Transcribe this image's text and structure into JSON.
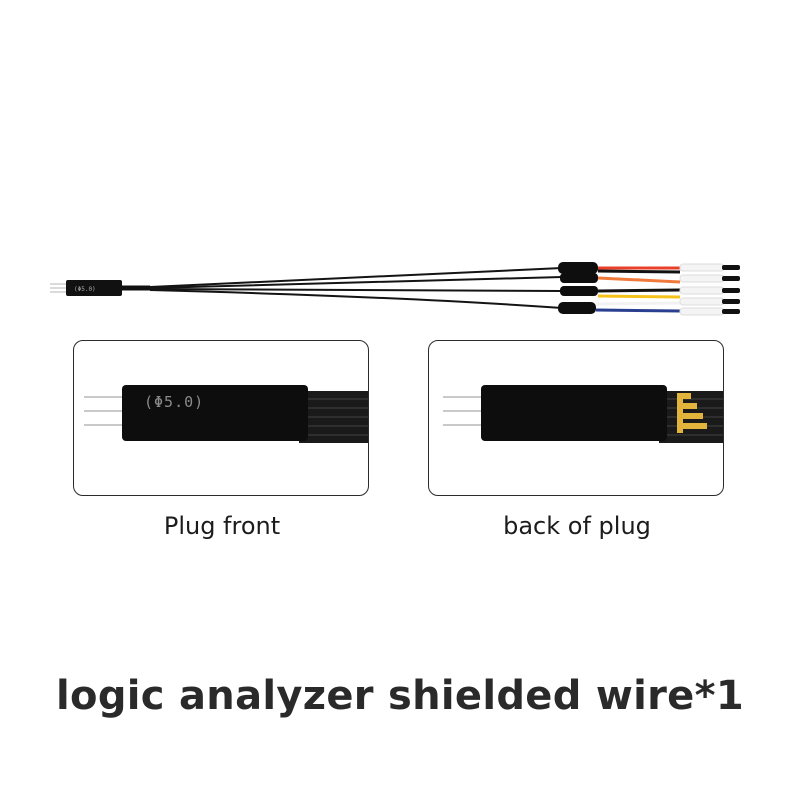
{
  "product": {
    "plug_marking": "(Φ5.0)",
    "wire_colors": {
      "red": "#e8412b",
      "orange": "#f07a3c",
      "yellow": "#f5c21b",
      "blue": "#2a3f8f",
      "black": "#111111",
      "white": "#f2f2f2",
      "gold_contact": "#e2b43c"
    }
  },
  "panels": {
    "front": {
      "caption": "Plug front"
    },
    "back": {
      "caption": "back of plug"
    }
  },
  "title": "logic analyzer shielded wire*1"
}
